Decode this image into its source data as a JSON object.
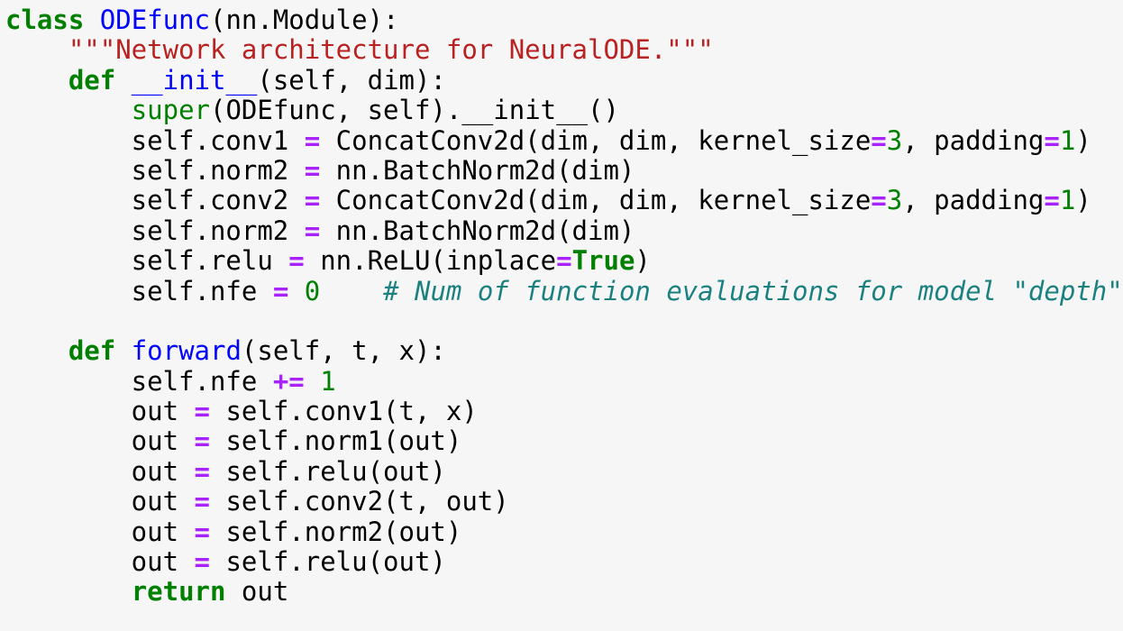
{
  "document": {
    "kind": "source-code-listing",
    "language": "python",
    "background_color": "#f6f6f6",
    "default_text_color": "#000000"
  },
  "theme": {
    "keyword_color": "#008000",
    "builtin_color": "#008000",
    "function_name_color": "#0000ff",
    "class_name_color": "#0000ff",
    "string_color": "#ba2121",
    "comment_color": "#1a8080",
    "operator_color": "#aa22ff",
    "number_color": "#008000",
    "plain_color": "#000000"
  },
  "code": {
    "lines": [
      {
        "index": 1,
        "text": "class ODEfunc(nn.Module):",
        "tokens": [
          {
            "t": "class",
            "k": "kw"
          },
          {
            "t": " ",
            "k": "punct"
          },
          {
            "t": "ODEfunc",
            "k": "class"
          },
          {
            "t": "(nn.Module):",
            "k": "punct"
          }
        ]
      },
      {
        "index": 2,
        "text": "    \"\"\"Network architecture for NeuralODE.\"\"\"",
        "tokens": [
          {
            "t": "    ",
            "k": "punct"
          },
          {
            "t": "\"\"\"Network architecture for NeuralODE.\"\"\"",
            "k": "doc"
          }
        ]
      },
      {
        "index": 3,
        "text": "    def __init__(self, dim):",
        "tokens": [
          {
            "t": "    ",
            "k": "punct"
          },
          {
            "t": "def",
            "k": "kw"
          },
          {
            "t": " ",
            "k": "punct"
          },
          {
            "t": "__init__",
            "k": "func"
          },
          {
            "t": "(self, dim):",
            "k": "punct"
          }
        ]
      },
      {
        "index": 4,
        "text": "        super(ODEfunc, self).__init__()",
        "tokens": [
          {
            "t": "        ",
            "k": "punct"
          },
          {
            "t": "super",
            "k": "builtin"
          },
          {
            "t": "(ODEfunc, self).__init__()",
            "k": "punct"
          }
        ]
      },
      {
        "index": 5,
        "text": "        self.conv1 = ConcatConv2d(dim, dim, kernel_size=3, padding=1)",
        "tokens": [
          {
            "t": "        self.conv1 ",
            "k": "name"
          },
          {
            "t": "=",
            "k": "op-assign"
          },
          {
            "t": " ConcatConv2d(dim, dim, kernel_size",
            "k": "name"
          },
          {
            "t": "=",
            "k": "op-assign"
          },
          {
            "t": "3",
            "k": "num"
          },
          {
            "t": ", padding",
            "k": "name"
          },
          {
            "t": "=",
            "k": "op-assign"
          },
          {
            "t": "1",
            "k": "num"
          },
          {
            "t": ")",
            "k": "punct"
          }
        ]
      },
      {
        "index": 6,
        "text": "        self.norm2 = nn.BatchNorm2d(dim)",
        "tokens": [
          {
            "t": "        self.norm2 ",
            "k": "name"
          },
          {
            "t": "=",
            "k": "op-assign"
          },
          {
            "t": " nn.BatchNorm2d(dim)",
            "k": "name"
          }
        ]
      },
      {
        "index": 7,
        "text": "        self.conv2 = ConcatConv2d(dim, dim, kernel_size=3, padding=1)",
        "tokens": [
          {
            "t": "        self.conv2 ",
            "k": "name"
          },
          {
            "t": "=",
            "k": "op-assign"
          },
          {
            "t": " ConcatConv2d(dim, dim, kernel_size",
            "k": "name"
          },
          {
            "t": "=",
            "k": "op-assign"
          },
          {
            "t": "3",
            "k": "num"
          },
          {
            "t": ", padding",
            "k": "name"
          },
          {
            "t": "=",
            "k": "op-assign"
          },
          {
            "t": "1",
            "k": "num"
          },
          {
            "t": ")",
            "k": "punct"
          }
        ]
      },
      {
        "index": 8,
        "text": "        self.norm2 = nn.BatchNorm2d(dim)",
        "tokens": [
          {
            "t": "        self.norm2 ",
            "k": "name"
          },
          {
            "t": "=",
            "k": "op-assign"
          },
          {
            "t": " nn.BatchNorm2d(dim)",
            "k": "name"
          }
        ]
      },
      {
        "index": 9,
        "text": "        self.relu = nn.ReLU(inplace=True)",
        "tokens": [
          {
            "t": "        self.relu ",
            "k": "name"
          },
          {
            "t": "=",
            "k": "op-assign"
          },
          {
            "t": " nn.ReLU(inplace",
            "k": "name"
          },
          {
            "t": "=",
            "k": "op-assign"
          },
          {
            "t": "True",
            "k": "kw-const"
          },
          {
            "t": ")",
            "k": "punct"
          }
        ]
      },
      {
        "index": 10,
        "text": "        self.nfe = 0    # Num of function evaluations for model \"depth\"",
        "tokens": [
          {
            "t": "        self.nfe ",
            "k": "name"
          },
          {
            "t": "=",
            "k": "op-assign"
          },
          {
            "t": " ",
            "k": "punct"
          },
          {
            "t": "0",
            "k": "num"
          },
          {
            "t": "    ",
            "k": "punct"
          },
          {
            "t": "# Num of function evaluations for model \"depth\"",
            "k": "comment"
          }
        ]
      },
      {
        "index": 11,
        "text": "",
        "tokens": []
      },
      {
        "index": 12,
        "text": "    def forward(self, t, x):",
        "tokens": [
          {
            "t": "    ",
            "k": "punct"
          },
          {
            "t": "def",
            "k": "kw"
          },
          {
            "t": " ",
            "k": "punct"
          },
          {
            "t": "forward",
            "k": "func"
          },
          {
            "t": "(self, t, x):",
            "k": "punct"
          }
        ]
      },
      {
        "index": 13,
        "text": "        self.nfe += 1",
        "tokens": [
          {
            "t": "        self.nfe ",
            "k": "name"
          },
          {
            "t": "+=",
            "k": "op-assign"
          },
          {
            "t": " ",
            "k": "punct"
          },
          {
            "t": "1",
            "k": "num"
          }
        ]
      },
      {
        "index": 14,
        "text": "        out = self.conv1(t, x)",
        "tokens": [
          {
            "t": "        out ",
            "k": "name"
          },
          {
            "t": "=",
            "k": "op-assign"
          },
          {
            "t": " self.conv1(t, x)",
            "k": "name"
          }
        ]
      },
      {
        "index": 15,
        "text": "        out = self.norm1(out)",
        "tokens": [
          {
            "t": "        out ",
            "k": "name"
          },
          {
            "t": "=",
            "k": "op-assign"
          },
          {
            "t": " self.norm1(out)",
            "k": "name"
          }
        ]
      },
      {
        "index": 16,
        "text": "        out = self.relu(out)",
        "tokens": [
          {
            "t": "        out ",
            "k": "name"
          },
          {
            "t": "=",
            "k": "op-assign"
          },
          {
            "t": " self.relu(out)",
            "k": "name"
          }
        ]
      },
      {
        "index": 17,
        "text": "        out = self.conv2(t, out)",
        "tokens": [
          {
            "t": "        out ",
            "k": "name"
          },
          {
            "t": "=",
            "k": "op-assign"
          },
          {
            "t": " self.conv2(t, out)",
            "k": "name"
          }
        ]
      },
      {
        "index": 18,
        "text": "        out = self.norm2(out)",
        "tokens": [
          {
            "t": "        out ",
            "k": "name"
          },
          {
            "t": "=",
            "k": "op-assign"
          },
          {
            "t": " self.norm2(out)",
            "k": "name"
          }
        ]
      },
      {
        "index": 19,
        "text": "        out = self.relu(out)",
        "tokens": [
          {
            "t": "        out ",
            "k": "name"
          },
          {
            "t": "=",
            "k": "op-assign"
          },
          {
            "t": " self.relu(out)",
            "k": "name"
          }
        ]
      },
      {
        "index": 20,
        "text": "        return out",
        "tokens": [
          {
            "t": "        ",
            "k": "punct"
          },
          {
            "t": "return",
            "k": "kw"
          },
          {
            "t": " out",
            "k": "name"
          }
        ]
      }
    ]
  }
}
